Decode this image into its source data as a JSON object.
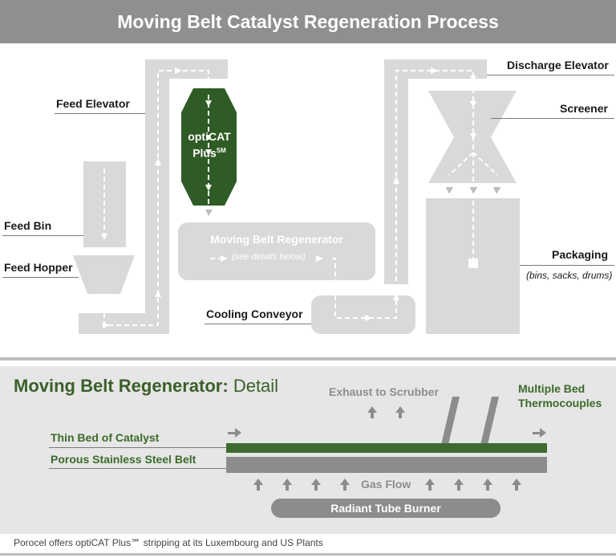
{
  "title": "Moving Belt Catalyst Regeneration Process",
  "labels": {
    "feed_elevator": "Feed Elevator",
    "feed_bin": "Feed Bin",
    "feed_hopper": "Feed Hopper",
    "cooling_conveyor": "Cooling Conveyor",
    "discharge_elevator": "Discharge Elevator",
    "screener": "Screener",
    "packaging": "Packaging",
    "packaging_sub": "(bins, sacks, drums)"
  },
  "reactor": {
    "line1": "optiCAT",
    "line2": "Plus",
    "sup": "SM"
  },
  "regenerator": {
    "title": "Moving Belt Regenerator",
    "sub": "(see details below)"
  },
  "detail": {
    "title_bold": "Moving Belt Regenerator:",
    "title_rest": " Detail",
    "exhaust": "Exhaust to Scrubber",
    "thermo_line1": "Multiple Bed",
    "thermo_line2": "Thermocouples",
    "thin_bed": "Thin Bed of Catalyst",
    "porous_belt": "Porous Stainless Steel Belt",
    "gas_flow": "Gas Flow",
    "burner": "Radiant Tube Burner"
  },
  "footer": "Porocel offers optiCAT Plus℠ stripping at its Luxembourg and US Plants",
  "colors": {
    "title_bar": "#8e8f90",
    "equipment_grey": "#d9d9d9",
    "reactor_green": "#2f5b25",
    "bed_green": "#3d6b2e",
    "detail_bg": "#e6e6e6"
  }
}
